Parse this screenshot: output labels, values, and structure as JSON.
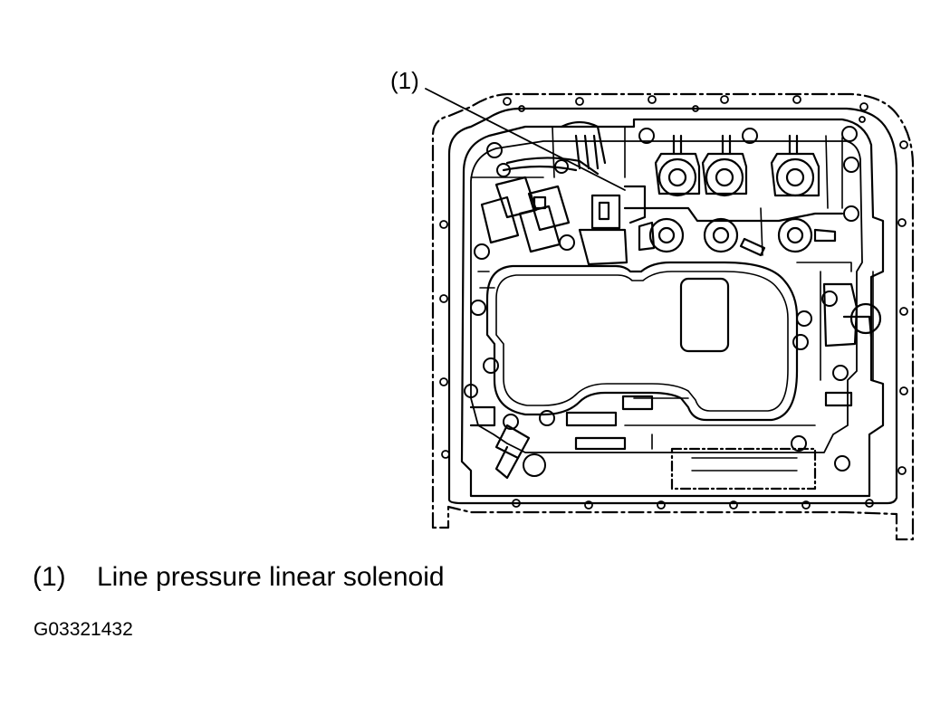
{
  "callout": {
    "label": "(1)"
  },
  "legend": [
    {
      "key": "(1)",
      "text": "Line pressure linear solenoid"
    }
  ],
  "figure_id": "G03321432"
}
